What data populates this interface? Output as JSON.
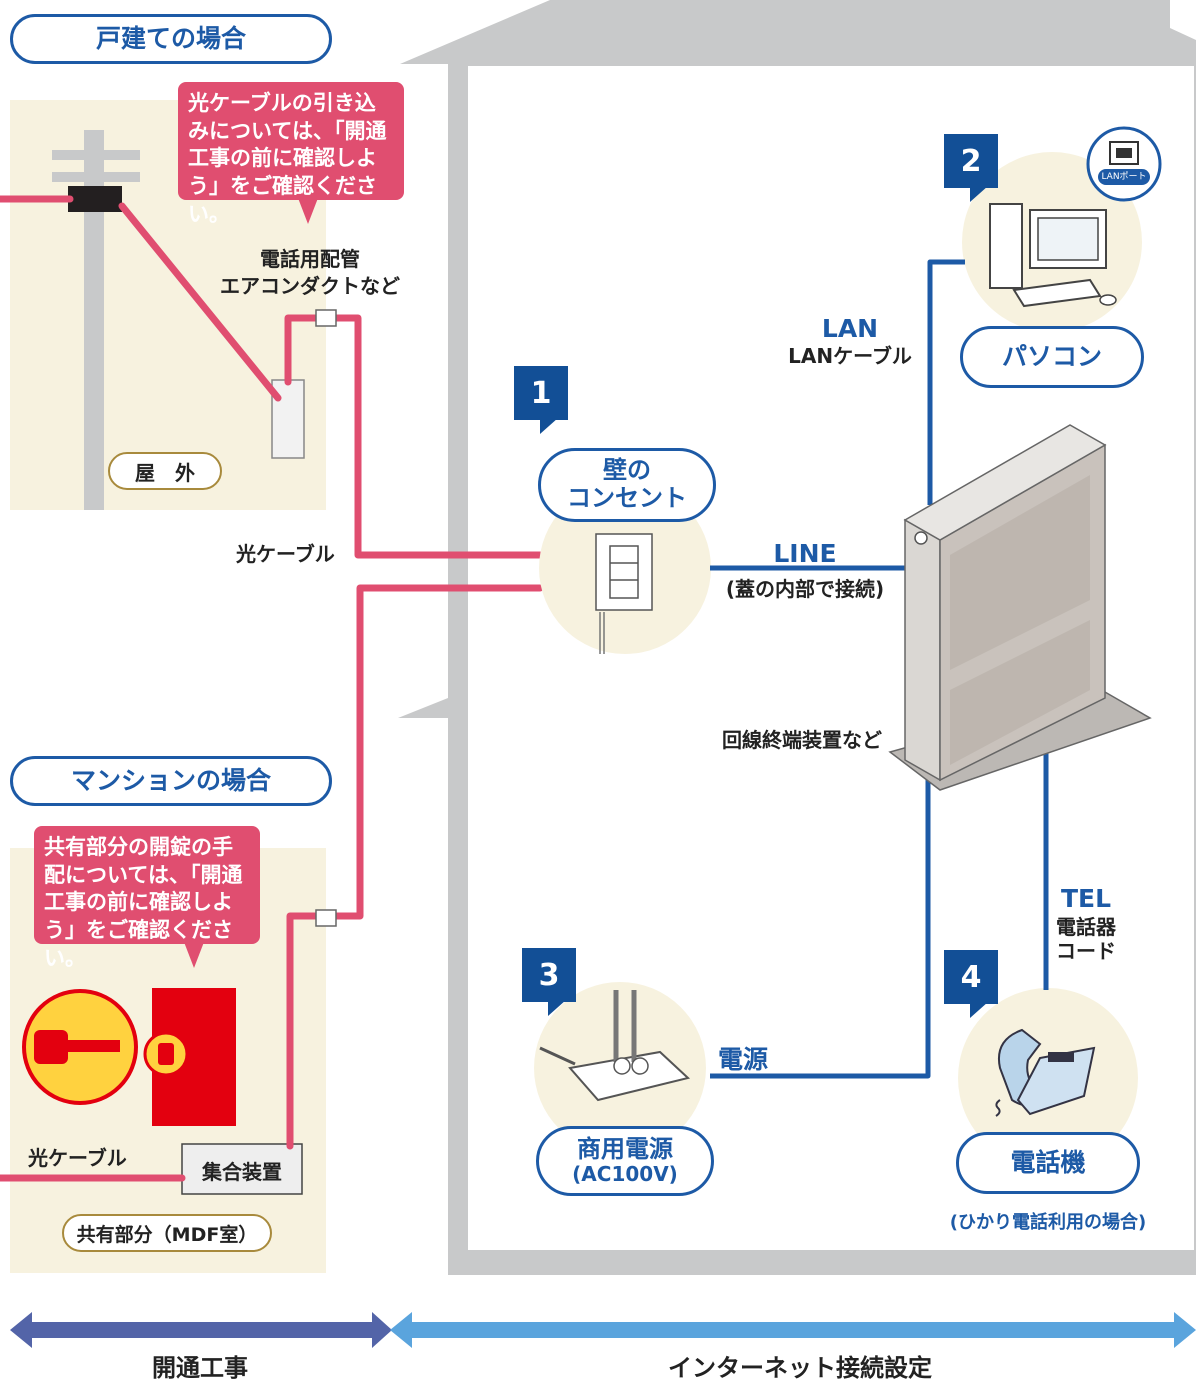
{
  "house_section": {
    "title": "戸建ての場合",
    "callout": [
      "光ケーブルの引き込",
      "みについては、「開通",
      "工事の前に確認しよ",
      "う」をご確認ください。"
    ],
    "conduit_label": [
      "電話用配管",
      "エアコンダクトなど"
    ],
    "outdoor_label": "屋　外",
    "cable_label": "光ケーブル"
  },
  "mansion_section": {
    "title": "マンションの場合",
    "callout": [
      "共有部分の開錠の手",
      "配については、「開通",
      "工事の前に確認しよ",
      "う」をご確認ください。"
    ],
    "cable_label": "光ケーブル",
    "device_label": "集合装置",
    "room_label": "共有部分（MDF室）"
  },
  "indoor": {
    "wall_outlet": {
      "number": "1",
      "label": [
        "壁の",
        "コンセント"
      ]
    },
    "pc": {
      "number": "2",
      "label": "パソコン",
      "port_label": "LANポート"
    },
    "power": {
      "number": "3",
      "label": "商用電源",
      "sub": "(AC100V)"
    },
    "phone": {
      "number": "4",
      "label": "電話機",
      "note": "(ひかり電話利用の場合)"
    },
    "lan": {
      "title": "LAN",
      "sub": "LANケーブル"
    },
    "line": {
      "title": "LINE",
      "sub": "(蓋の内部で接続)"
    },
    "device_label": "回線終端装置など",
    "power_label": "電源",
    "tel": {
      "title": "TEL",
      "sub1": "電話器",
      "sub2": "コード"
    }
  },
  "footer": {
    "left": "開通工事",
    "right": "インターネット接続設定"
  },
  "colors": {
    "pink": "#e04e70",
    "blue": "#1d5aa6",
    "gray": "#c8c9ca",
    "cream": "#f7f2df",
    "arrow_left": "#5364a8",
    "arrow_right": "#5aa4dd"
  }
}
